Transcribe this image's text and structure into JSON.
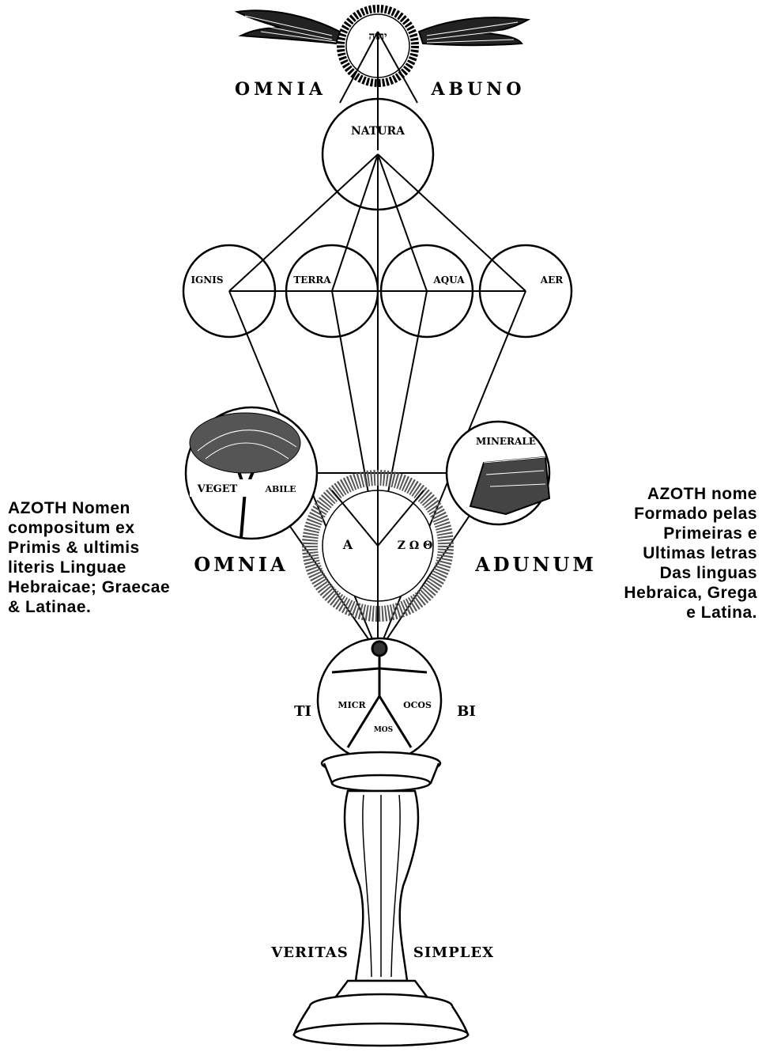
{
  "diagram": {
    "top_letters": "יהוה",
    "omnia_top": "OMNIA",
    "abuno": "ABUNO",
    "natura": "NATURA",
    "ignis": "IGNIS",
    "terra": "TERRA",
    "aqua": "AQUA",
    "aer": "AER",
    "minerale": "MINERALE",
    "veget": "VEGET",
    "abile": "ABILE",
    "azoth_a": "A",
    "azoth_greek": "Ζ Ω Θ",
    "omnia_mid": "OMNIA",
    "adunum": "ADUNUM",
    "mic": "MICR",
    "ocos": "OCOS",
    "mos": "MOS",
    "left_small": "TI",
    "right_small": "BI",
    "veritas": "VERITAS",
    "simplex": "SIMPLEX"
  },
  "left_caption": {
    "lines": [
      "AZOTH Nomen",
      "compositum ex",
      "Primis & ultimis",
      "literis Linguae",
      "Hebraicae; Graecae",
      "& Latinae."
    ]
  },
  "right_caption": {
    "lines": [
      "AZOTH nome",
      "Formado pelas",
      "Primeiras e",
      "Ultimas letras",
      "Das linguas",
      "Hebraica, Grega",
      "e Latina."
    ]
  }
}
